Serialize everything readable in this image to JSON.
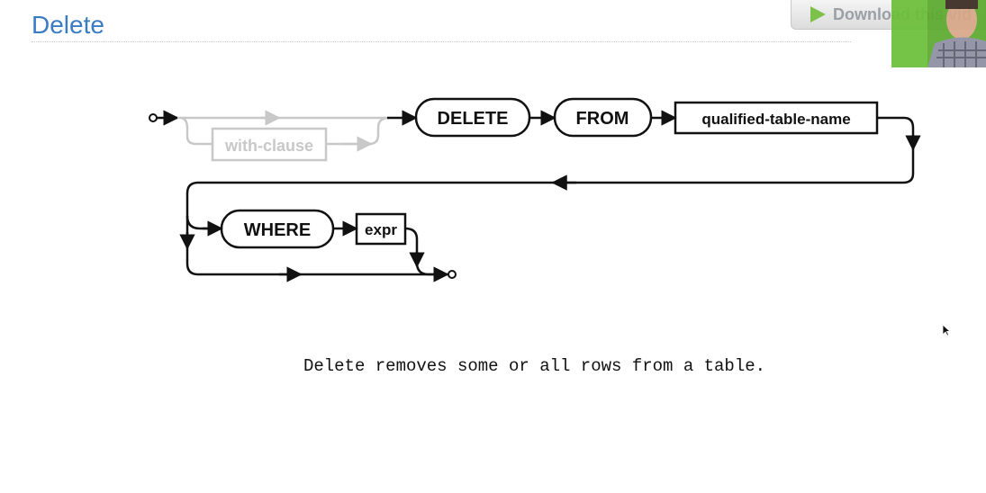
{
  "slide": {
    "title": "Delete",
    "caption": "Delete removes some or all rows from a table."
  },
  "overlay": {
    "download_label": "Download this vid",
    "play_icon": "play-icon",
    "accent_color": "#7cc24a"
  },
  "diagram": {
    "optional_clause": "with-clause",
    "keyword_delete": "DELETE",
    "keyword_from": "FROM",
    "table_name": "qualified-table-name",
    "keyword_where": "WHERE",
    "expr": "expr"
  }
}
